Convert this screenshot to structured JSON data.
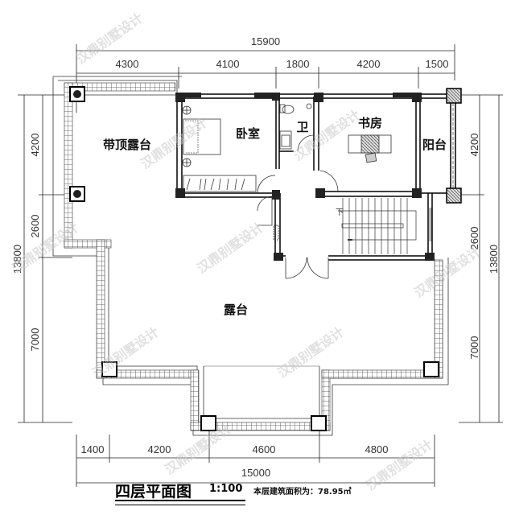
{
  "drawing": {
    "title": "四层平面图",
    "scale": "1:100",
    "area_text": "本层建筑面积为：78.95㎡"
  },
  "dimensions": {
    "top_total": "15900",
    "top_segments": [
      "4300",
      "4100",
      "1800",
      "4200",
      "1500"
    ],
    "bottom_total": "15000",
    "bottom_segments": [
      "1400",
      "4200",
      "4600",
      "4800"
    ],
    "left_total": "13800",
    "left_segments": [
      "4200",
      "2600",
      "7000"
    ],
    "right_total": "13800",
    "right_segments": [
      "4200",
      "2600",
      "7000"
    ]
  },
  "rooms": {
    "covered_terrace": "带顶露台",
    "bedroom": "卧室",
    "bathroom": "卫",
    "study": "书房",
    "balcony": "阳台",
    "terrace": "露台",
    "stair_down": "下"
  },
  "watermark": "汉鼎别墅设计"
}
